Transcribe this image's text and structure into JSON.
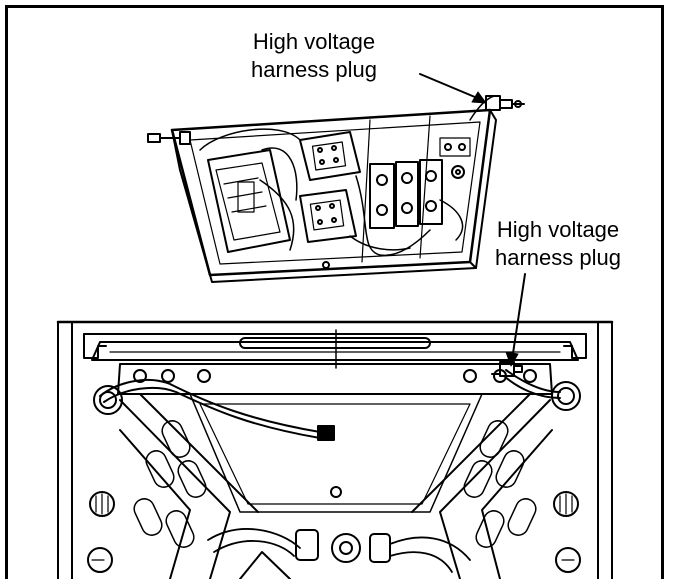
{
  "callouts": {
    "top": {
      "line1": "High voltage",
      "line2": "harness plug"
    },
    "right": {
      "line1": "High voltage",
      "line2": "harness plug"
    }
  },
  "colors": {
    "stroke": "#000000",
    "background": "#ffffff"
  }
}
